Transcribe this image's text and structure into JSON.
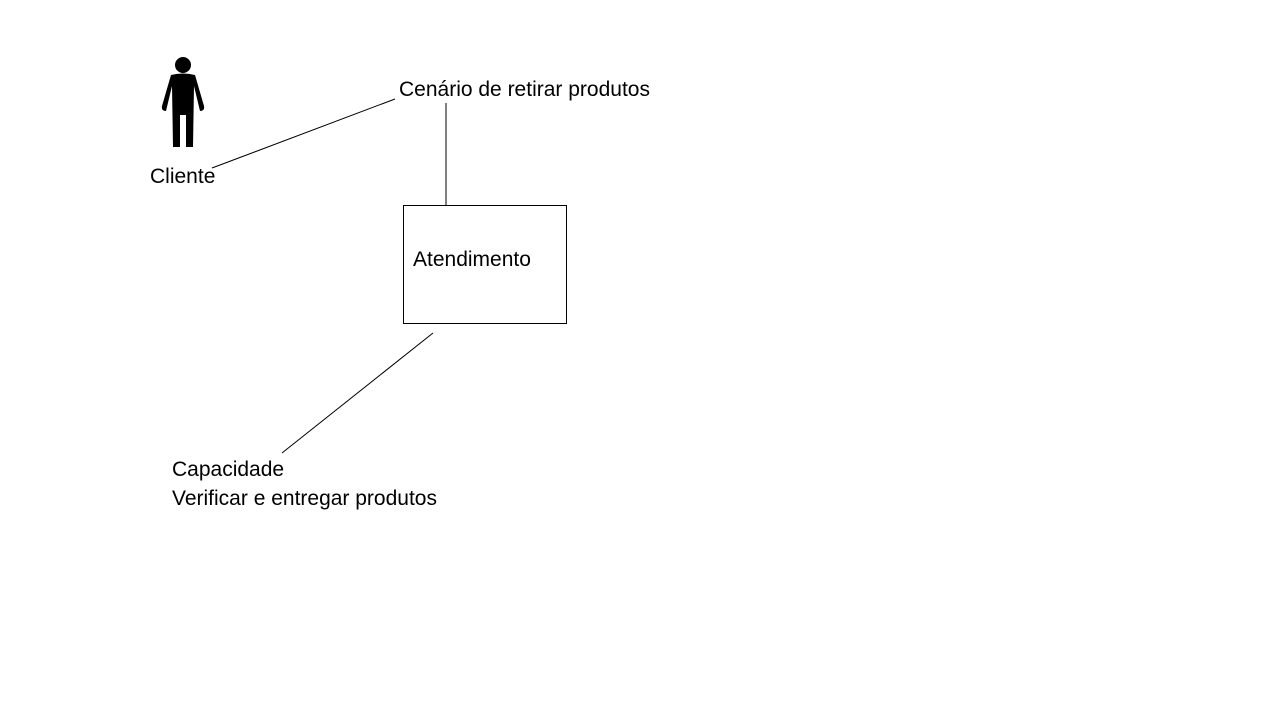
{
  "diagram": {
    "actor": {
      "label": "Cliente",
      "icon": "person-icon"
    },
    "scenario": {
      "label": "Cenário de retirar produtos"
    },
    "service_box": {
      "label": "Atendimento"
    },
    "capacity": {
      "title": "Capacidade",
      "description": "Verificar e entregar produtos"
    }
  },
  "colors": {
    "background": "#ffffff",
    "stroke": "#000000",
    "text": "#000000"
  }
}
